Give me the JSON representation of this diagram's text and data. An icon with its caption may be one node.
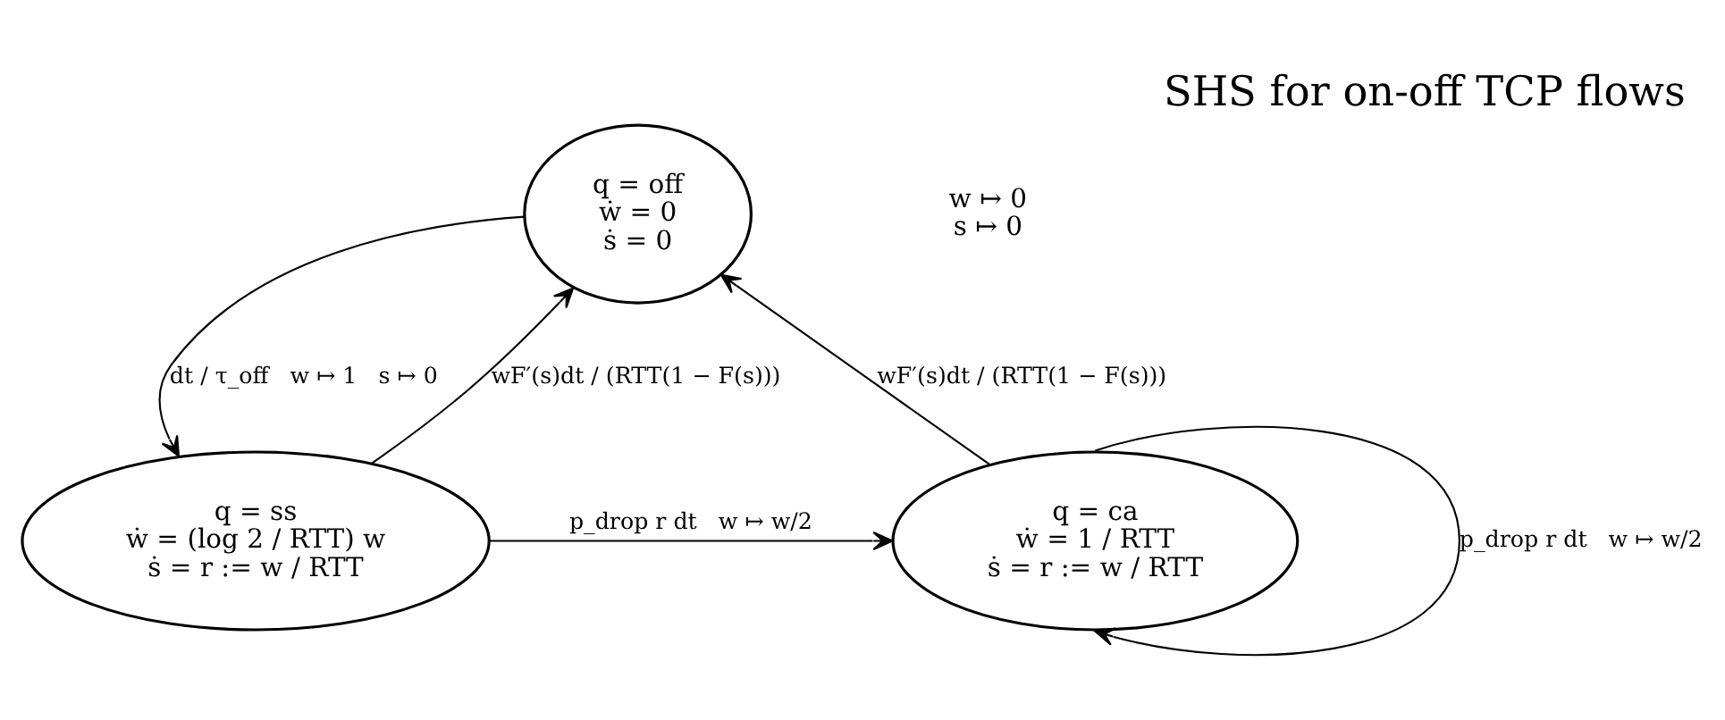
{
  "diagram": {
    "title": "SHS for on-off TCP flows",
    "nodes": [
      {
        "text": [
          "q = off",
          "ẇ = 0",
          "ṡ = 0"
        ]
      },
      {
        "text": [
          "q = ss",
          "ẇ = (log 2 / RTT) w",
          "ṡ = r := w / RTT"
        ]
      },
      {
        "text": [
          "q = ca",
          "ẇ = 1 / RTT",
          "ṡ = r := w / RTT"
        ]
      }
    ],
    "edges": [
      {
        "from": 0,
        "to": 1,
        "arrow": "to",
        "label": "dt / τ_off   w ↦ 1   s ↦ 0"
      },
      {
        "from": 1,
        "to": 0,
        "arrow": "to",
        "label": "wF′(s)dt / (RTT(1 − F(s)))"
      },
      {
        "from": 1,
        "to": 2,
        "arrow": "to",
        "label": "p_drop r dt   w ↦ w/2"
      },
      {
        "from": 2,
        "to": 0,
        "arrow": "to",
        "label": "wF′(s)dt / (RTT(1 − F(s)))"
      },
      {
        "from": 2,
        "to": 2,
        "arrow": "to",
        "label": "p_drop r dt   w ↦ w/2"
      }
    ],
    "labels": [
      "w ↦ 0",
      "s ↦ 0"
    ]
  }
}
